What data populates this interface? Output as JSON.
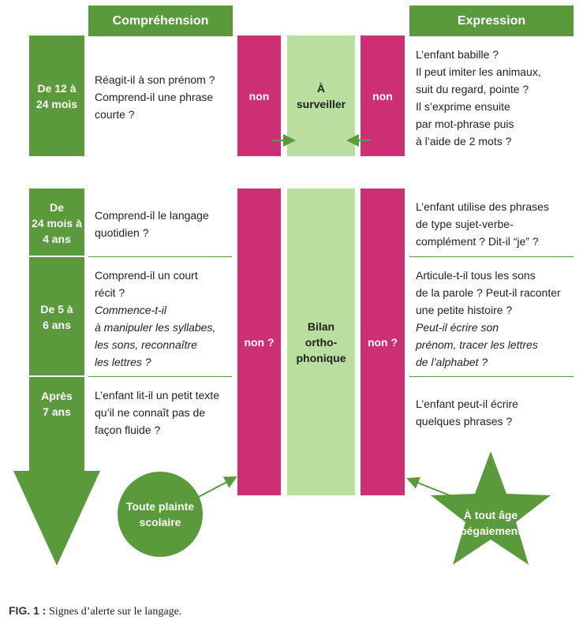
{
  "headers": {
    "comprehension": "Compréhension",
    "expression": "Expression"
  },
  "rows": [
    {
      "age": [
        "De 12 à",
        "24 mois"
      ],
      "comprehension": [
        "Réagit-il à son prénom ?",
        "Comprend-il une phrase",
        "courte ?"
      ],
      "expression": [
        "L’enfant babille ?",
        "Il peut imiter les animaux,",
        "suit du regard, pointe ?",
        "Il s’exprime ensuite",
        "par mot-phrase puis",
        "à l’aide de 2 mots ?"
      ]
    },
    {
      "age": [
        "De",
        "24 mois à",
        "4 ans"
      ],
      "comprehension": [
        "Comprend-il le langage",
        "quotidien ?"
      ],
      "expression": [
        "L’enfant utilise des phrases",
        "de type sujet-verbe-",
        "complément ? Dit-il “je” ?"
      ]
    },
    {
      "age": [
        "De 5 à",
        "6 ans"
      ],
      "comprehension": [
        "Comprend-il un court",
        "récit ?"
      ],
      "comprehension_italic": [
        "Commence-t-il",
        "à manipuler les syllabes,",
        "les sons, reconnaître",
        "les lettres ?"
      ],
      "expression": [
        "Articule-t-il tous les sons",
        "de la parole ? Peut-il raconter",
        "une petite histoire ?"
      ],
      "expression_italic": [
        "Peut-il écrire son",
        "prénom, tracer les lettres",
        "de l’alphabet ?"
      ]
    },
    {
      "age": [
        "Après",
        "7 ans"
      ],
      "comprehension": [
        "L’enfant lit-il un petit texte",
        "qu’il ne connaît pas de",
        "façon fluide ?"
      ],
      "expression": [
        "L’enfant peut-il écrire",
        "quelques phrases ?"
      ]
    }
  ],
  "top_block": {
    "left_label": "non",
    "middle_label": [
      "À",
      "surveiller"
    ],
    "right_label": "non"
  },
  "bottom_block": {
    "left_label": "non ?",
    "middle_label": [
      "Bilan",
      "ortho-",
      "phonique"
    ],
    "right_label": "non ?"
  },
  "circle_badge": [
    "Toute plainte",
    "scolaire"
  ],
  "star_badge": [
    "À tout âge",
    "bégaiement"
  ],
  "caption": {
    "label": "FIG. 1 :",
    "text": " Signes d’alerte sur le langage."
  },
  "colors": {
    "green": "#5a9a3c",
    "light_green": "#b8df9f",
    "magenta": "#cc2f73"
  }
}
